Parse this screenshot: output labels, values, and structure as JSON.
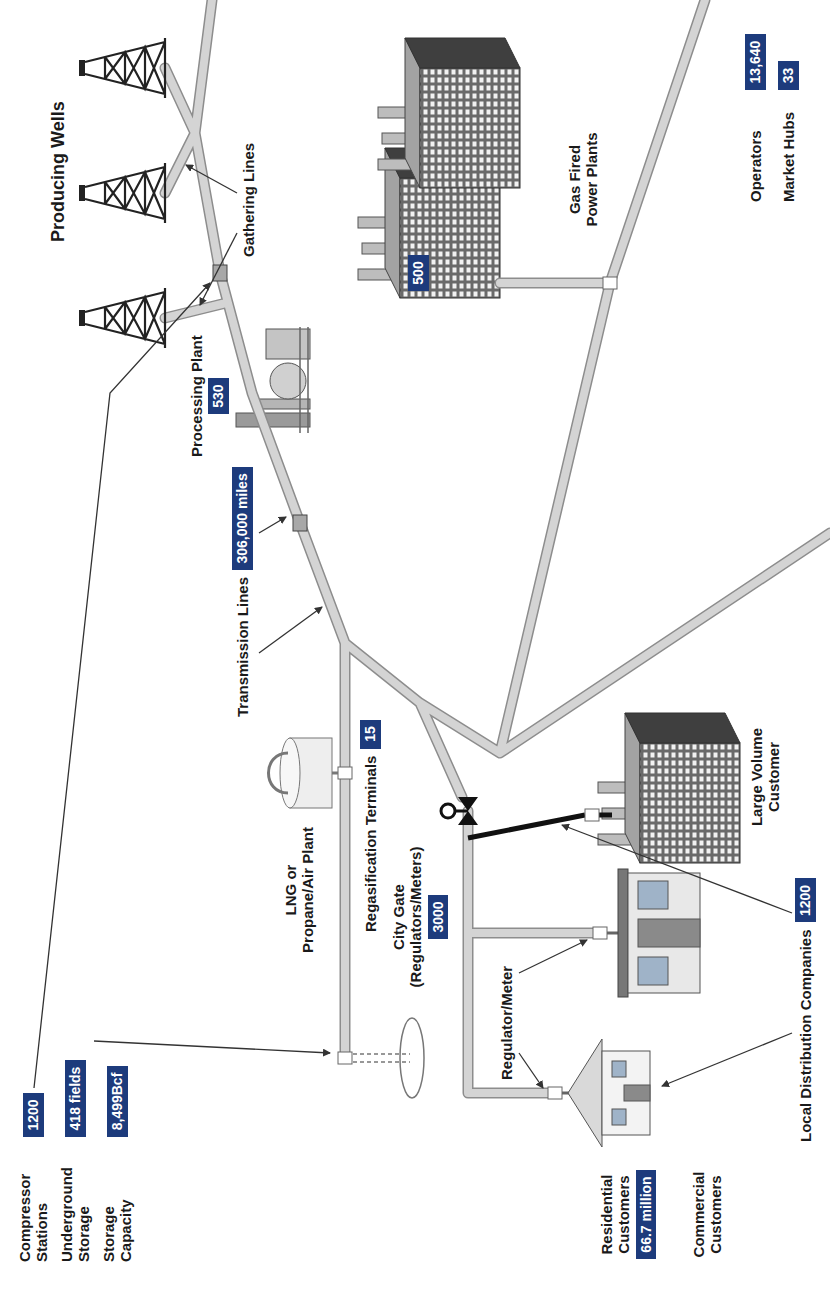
{
  "diagram": {
    "nodes": [
      {
        "text": [
          "Compressor Stations",
          "1200"
        ]
      },
      {
        "text": [
          "Underground Storage",
          "418 fields"
        ]
      },
      {
        "text": [
          "Storage Capacity",
          "8,499Bcf"
        ]
      },
      {
        "text": [
          "Processing Plant",
          "530"
        ]
      },
      {
        "text": [
          "Transmission Lines",
          "306,000 miles"
        ]
      },
      {
        "text": [
          "Regasification Terminals",
          "15"
        ]
      },
      {
        "text": [
          "500"
        ]
      },
      {
        "text": [
          "City Gate (Regulators/Meters)",
          "3000"
        ]
      },
      {
        "text": [
          "Residential Customers",
          "66.7 million"
        ]
      },
      {
        "text": [
          "Local Distribution Companies",
          "1200"
        ]
      },
      {
        "text": [
          "Operators",
          "13,640"
        ]
      },
      {
        "text": [
          "Market Hubs",
          "33"
        ]
      }
    ],
    "labels": [
      "Producing Wells",
      "Gathering Lines",
      "LNG or Propane/Air Plant",
      "Gas Fired Power Plants",
      "Large Volume Customer",
      "Regulator/Meter",
      "Commercial Customers"
    ]
  }
}
